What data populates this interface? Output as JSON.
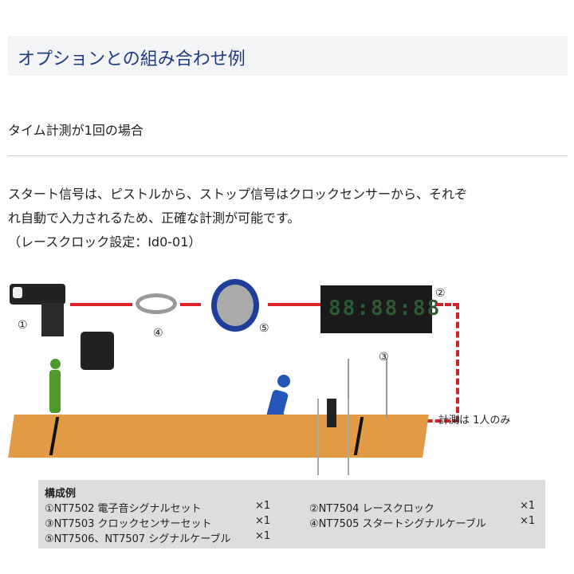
{
  "header": {
    "title": "オプションとの組み合わせ例"
  },
  "subtitle": "タイム計測が1回の場合",
  "description": {
    "line1": "スタート信号は、ピストルから、ストップ信号はクロックセンサーから、それぞ",
    "line2": "れ自動で入力されるため、正確な計測が可能です。",
    "line3": "（レースクロック設定：Id0-01）"
  },
  "diagram": {
    "labels": [
      "①",
      "④",
      "⑤",
      "②",
      "③"
    ],
    "note": "計測は 1人のみ",
    "clock_display": "88:88:88",
    "colors": {
      "cable": "#e0222a",
      "track": "#e39a45",
      "person_start": "#4f9a2c",
      "runner": "#2356b8"
    }
  },
  "config": {
    "heading": "構成例",
    "items": [
      {
        "name": "①NT7502 電子音シグナルセット",
        "qty": "×1"
      },
      {
        "name": "②NT7504 レースクロック",
        "qty": "×1"
      },
      {
        "name": "③NT7503 クロックセンサーセット",
        "qty": "×1"
      },
      {
        "name": "④NT7505 スタートシグナルケーブル",
        "qty": "×1"
      },
      {
        "name": "⑤NT7506、NT7507 シグナルケーブル",
        "qty": "×1"
      }
    ]
  }
}
